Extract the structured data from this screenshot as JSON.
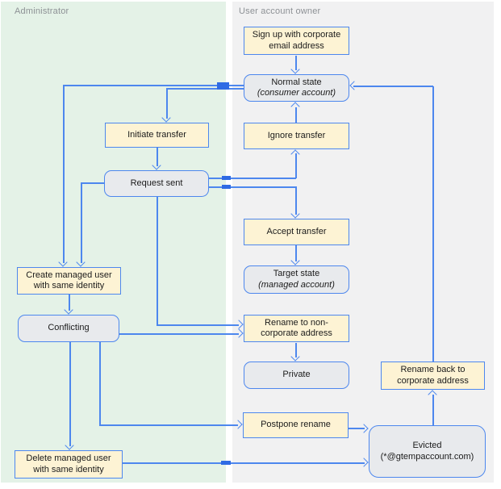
{
  "lanes": {
    "admin": {
      "label": "Administrator"
    },
    "owner": {
      "label": "User account owner"
    }
  },
  "nodes": {
    "signup": {
      "line1": "Sign up with corporate",
      "line2": "email address"
    },
    "normal": {
      "line1": "Normal state",
      "line2": "(consumer account)"
    },
    "initiate": {
      "line1": "Initiate transfer"
    },
    "ignore": {
      "line1": "Ignore transfer"
    },
    "request": {
      "line1": "Request sent"
    },
    "accept": {
      "line1": "Accept transfer"
    },
    "target": {
      "line1": "Target state",
      "line2": "(managed account)"
    },
    "create": {
      "line1": "Create managed user",
      "line2": "with same identity"
    },
    "conflicting": {
      "line1": "Conflicting"
    },
    "rename_non": {
      "line1": "Rename to non-",
      "line2": "corporate address"
    },
    "private": {
      "line1": "Private"
    },
    "rename_back": {
      "line1": "Rename back to",
      "line2": "corporate address"
    },
    "postpone": {
      "line1": "Postpone rename"
    },
    "delete": {
      "line1": "Delete managed user",
      "line2": "with same identity"
    },
    "evicted": {
      "line1": "Evicted",
      "line2": "(*@gtempaccount.com)"
    }
  },
  "colors": {
    "accent_blue": "#4d87ee",
    "action_fill": "#fdf3d4",
    "state_fill": "#e8eaed",
    "admin_lane_fill": "#e4f2e7",
    "owner_lane_fill": "#f1f1f2",
    "crossing_mark": "#2f6be4"
  }
}
